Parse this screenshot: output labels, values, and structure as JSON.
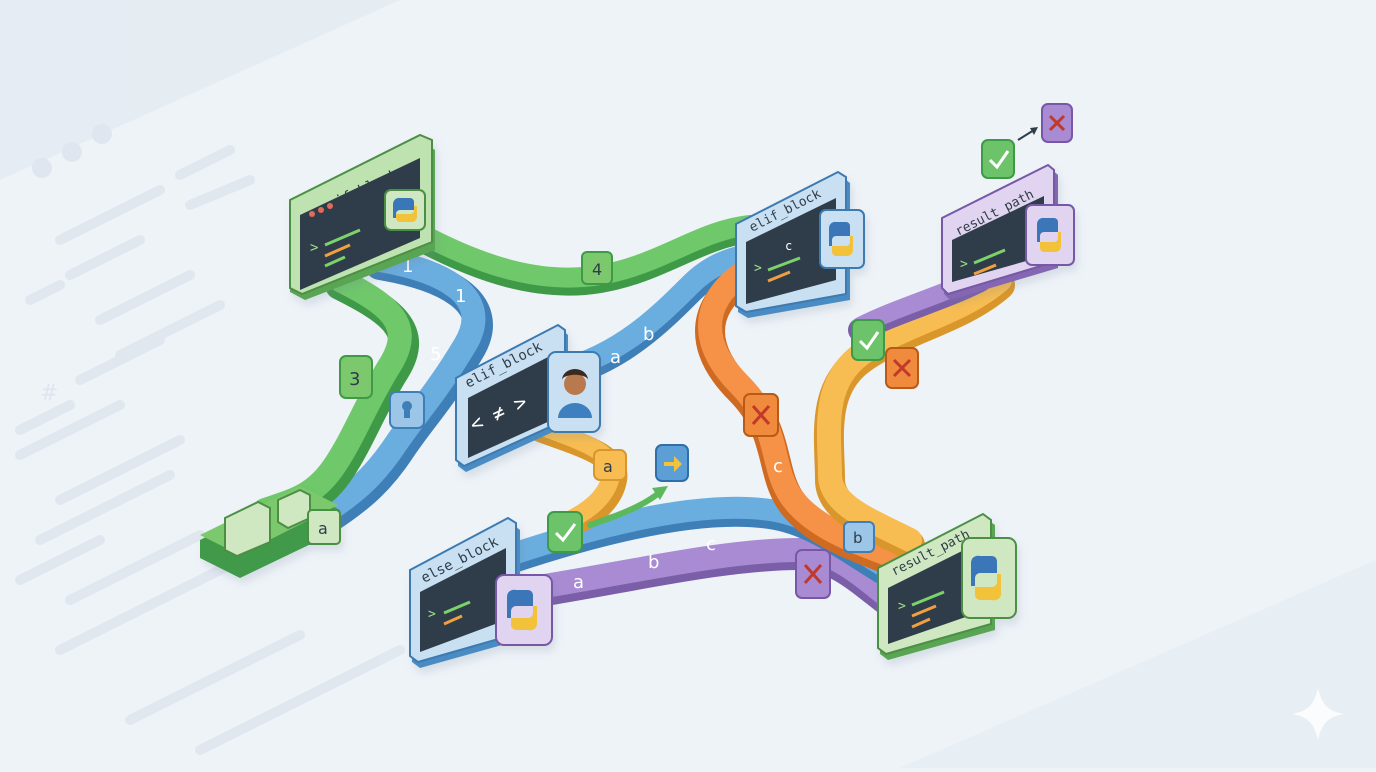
{
  "nodes": {
    "if_block": {
      "title": "if_block",
      "color": "#7cc86c",
      "panel": "#cfe8c2",
      "role": "source"
    },
    "elif_top": {
      "title": "elif_block",
      "subtitle": "c",
      "color": "#5fa8d8",
      "panel": "#cfe3f2"
    },
    "elif_mid": {
      "title": "elif_block",
      "symbol": "< ≠ >",
      "color": "#5fa8d8",
      "panel": "#cfe3f2"
    },
    "else_block": {
      "title": "else_block",
      "color": "#5fa8d8",
      "panel": "#cfe3f2"
    },
    "result_top": {
      "title": "result_path",
      "color": "#a98ad0",
      "panel": "#e3d8f1"
    },
    "result_bottom": {
      "title": "result_path",
      "color": "#7cc86c",
      "panel": "#cfe8c2"
    }
  },
  "flows": [
    {
      "id": "green-if-to-elif",
      "color": "#5cb85c",
      "label": "4"
    },
    {
      "id": "blue-if-down",
      "color": "#5b9fd6",
      "labels": [
        "1",
        "1",
        "5"
      ]
    },
    {
      "id": "green-if-down",
      "color": "#5cb85c",
      "label": "3"
    },
    {
      "id": "blue-elif-mid",
      "color": "#5b9fd6",
      "labels": [
        "a",
        "b"
      ]
    },
    {
      "id": "orange-elif-to-result",
      "color": "#f08a3c",
      "label": "c"
    },
    {
      "id": "yellow-mid",
      "color": "#f7b84a",
      "label": "a"
    },
    {
      "id": "yellow-result-top",
      "color": "#f7b84a"
    },
    {
      "id": "purple-result-top",
      "color": "#9b7ac8"
    },
    {
      "id": "purple-else",
      "color": "#9b7ac8",
      "labels": [
        "a",
        "b",
        "c"
      ]
    },
    {
      "id": "blue-else",
      "color": "#5b9fd6"
    }
  ],
  "badges": {
    "b4": "4",
    "b3": "3",
    "ba_source": "a",
    "ba_mid": "a",
    "bb_result": "b"
  },
  "legend": {
    "check": "✓",
    "cross": "✗",
    "arrow": "→"
  },
  "colors": {
    "background": "#eef3f8",
    "green": "#5cb85c",
    "blue": "#5b9fd6",
    "orange": "#f08a3c",
    "yellow": "#f7b84a",
    "purple": "#9b7ac8",
    "terminal": "#2f3d48",
    "check_green": "#6cc36a",
    "cross_red": "#e0564a"
  }
}
